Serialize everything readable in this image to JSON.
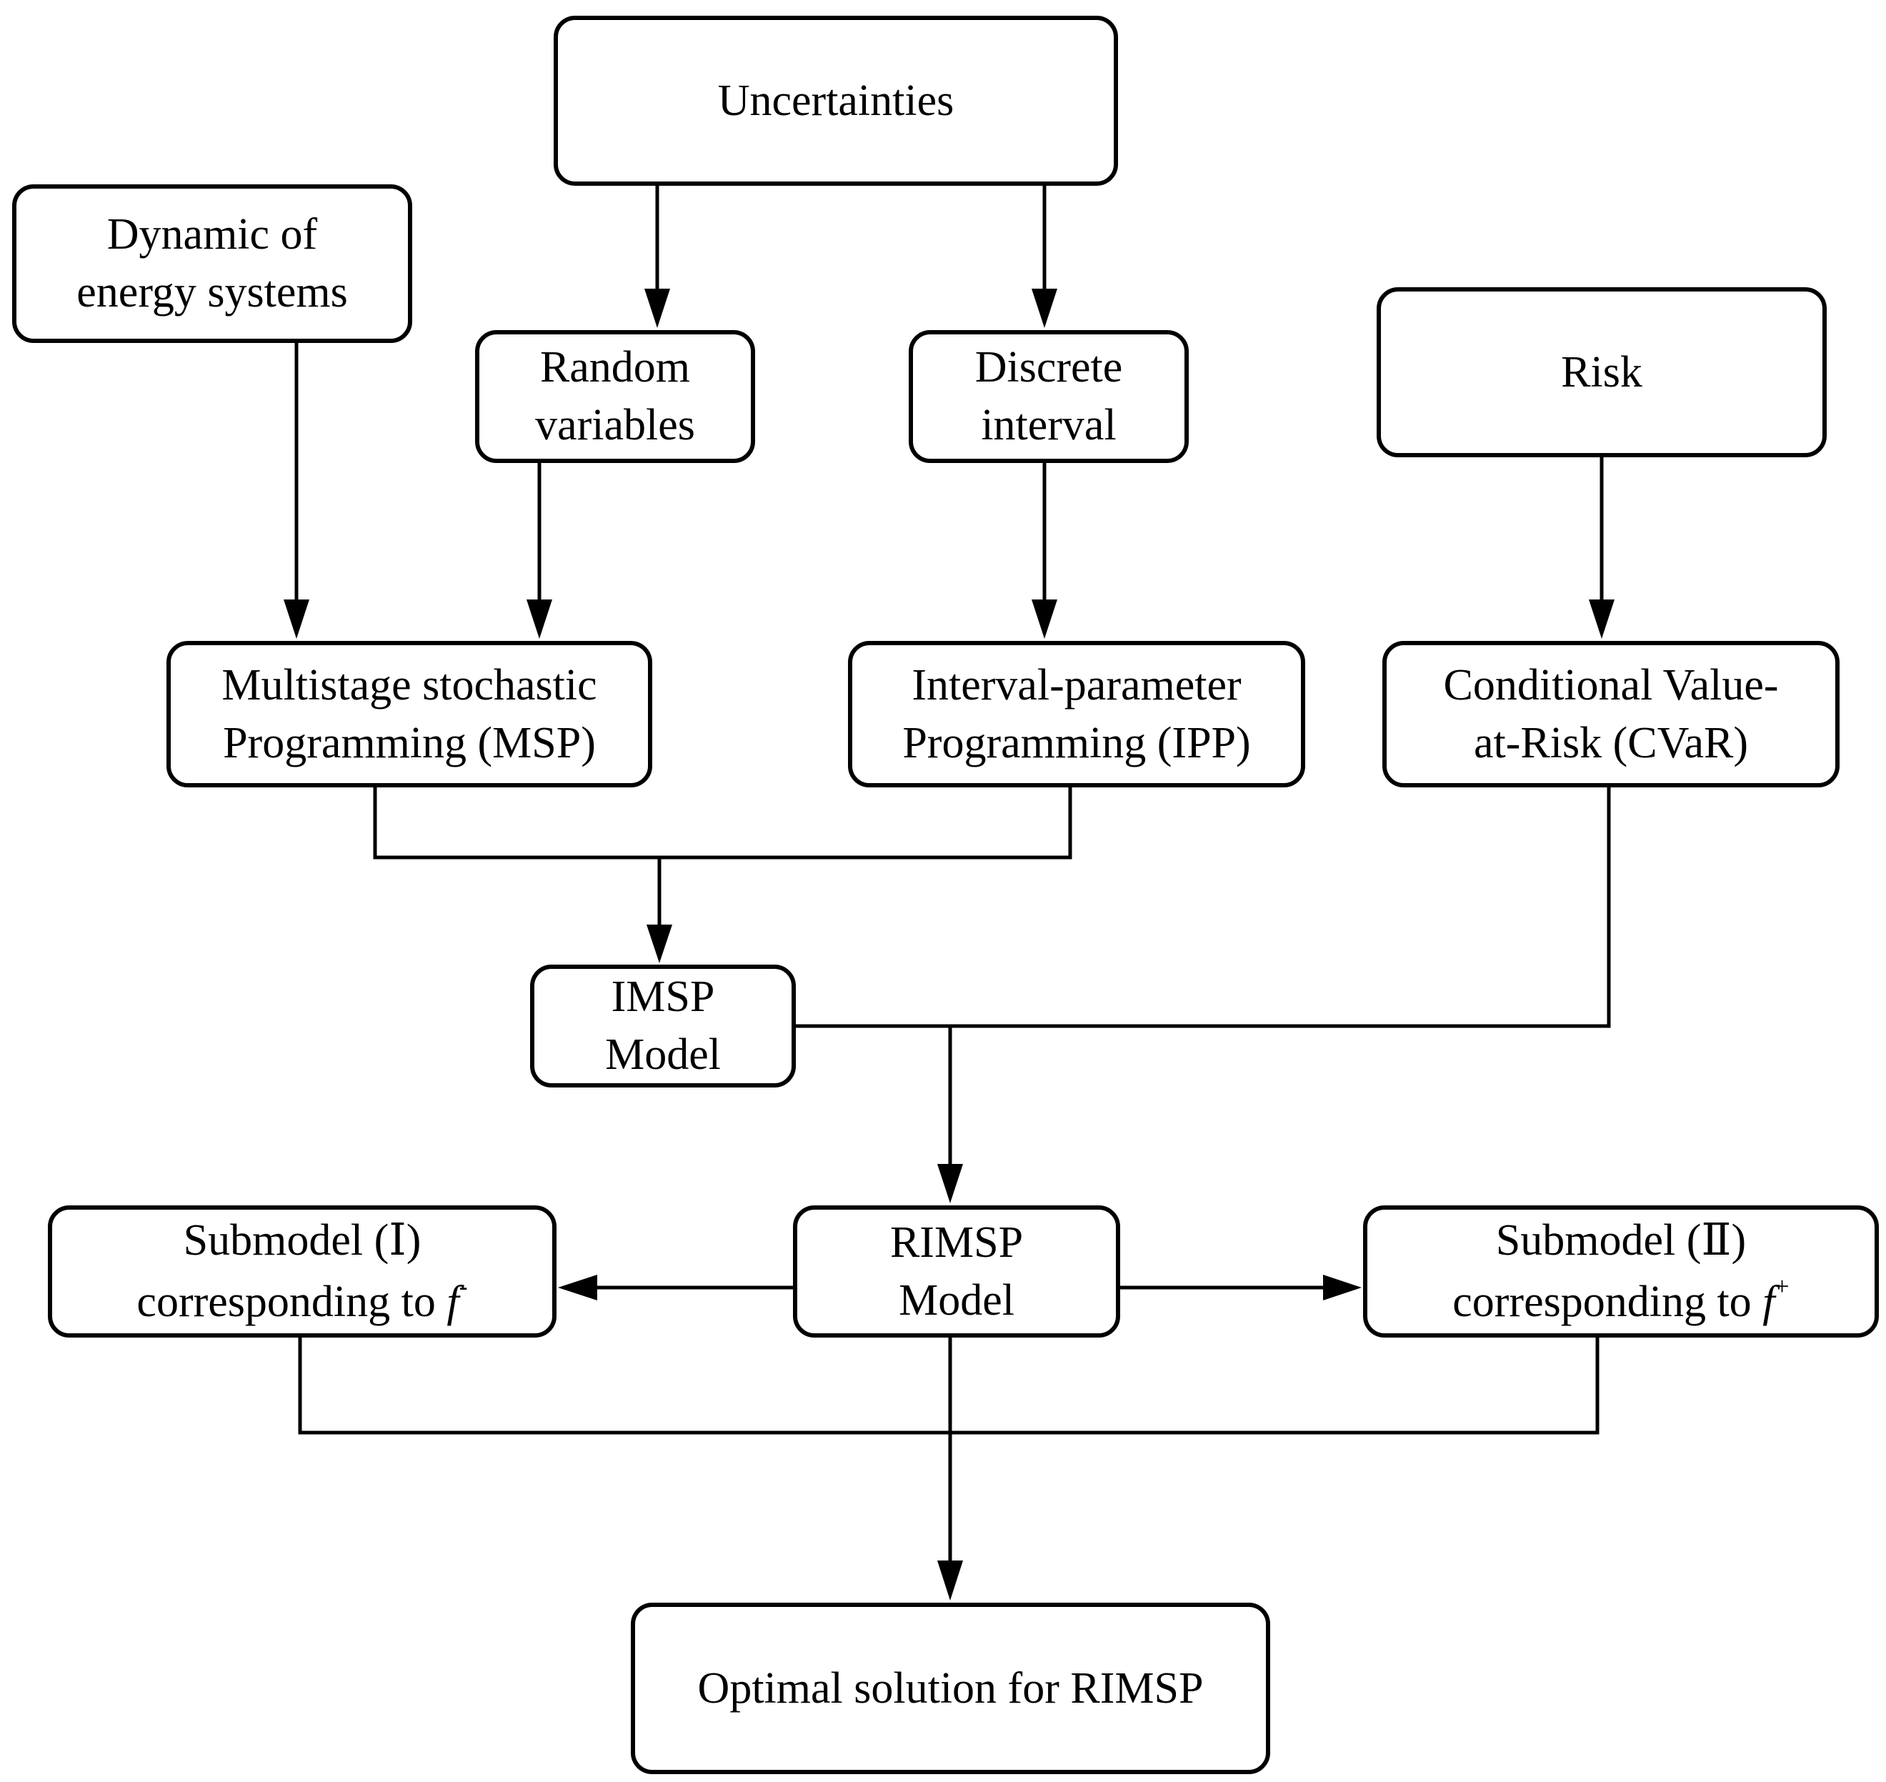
{
  "nodes": {
    "uncertainties": {
      "lines": [
        "Uncertainties"
      ]
    },
    "dynamic": {
      "lines": [
        "Dynamic of",
        "energy systems"
      ]
    },
    "random": {
      "lines": [
        "Random",
        "variables"
      ]
    },
    "discrete": {
      "lines": [
        "Discrete",
        "interval"
      ]
    },
    "risk": {
      "lines": [
        "Risk"
      ]
    },
    "msp": {
      "lines": [
        "Multistage stochastic",
        "Programming (MSP)"
      ]
    },
    "ipp": {
      "lines": [
        "Interval-parameter",
        "Programming (IPP)"
      ]
    },
    "cvar": {
      "lines": [
        "Conditional Value-",
        "at-Risk (CVaR)"
      ]
    },
    "imsp": {
      "lines": [
        "IMSP",
        "Model"
      ]
    },
    "rimsp": {
      "lines": [
        "RIMSP",
        "Model"
      ]
    },
    "sub1": {
      "line1": "Submodel (Ⅰ)",
      "line2_prefix": "corresponding to ",
      "var": "f",
      "sup": "-"
    },
    "sub2": {
      "line1": "Submodel (Ⅱ)",
      "line2_prefix": "corresponding to ",
      "var": "f",
      "sup": "+"
    },
    "optimal": {
      "lines": [
        "Optimal solution for RIMSP"
      ]
    }
  },
  "edges": [
    [
      "uncertainties",
      "random"
    ],
    [
      "uncertainties",
      "discrete"
    ],
    [
      "dynamic",
      "msp"
    ],
    [
      "random",
      "msp"
    ],
    [
      "discrete",
      "ipp"
    ],
    [
      "risk",
      "cvar"
    ],
    [
      "msp",
      "imsp"
    ],
    [
      "ipp",
      "imsp"
    ],
    [
      "imsp",
      "rimsp"
    ],
    [
      "cvar",
      "rimsp"
    ],
    [
      "rimsp",
      "sub1"
    ],
    [
      "rimsp",
      "sub2"
    ],
    [
      "rimsp",
      "optimal"
    ],
    [
      "sub1",
      "optimal"
    ],
    [
      "sub2",
      "optimal"
    ]
  ]
}
